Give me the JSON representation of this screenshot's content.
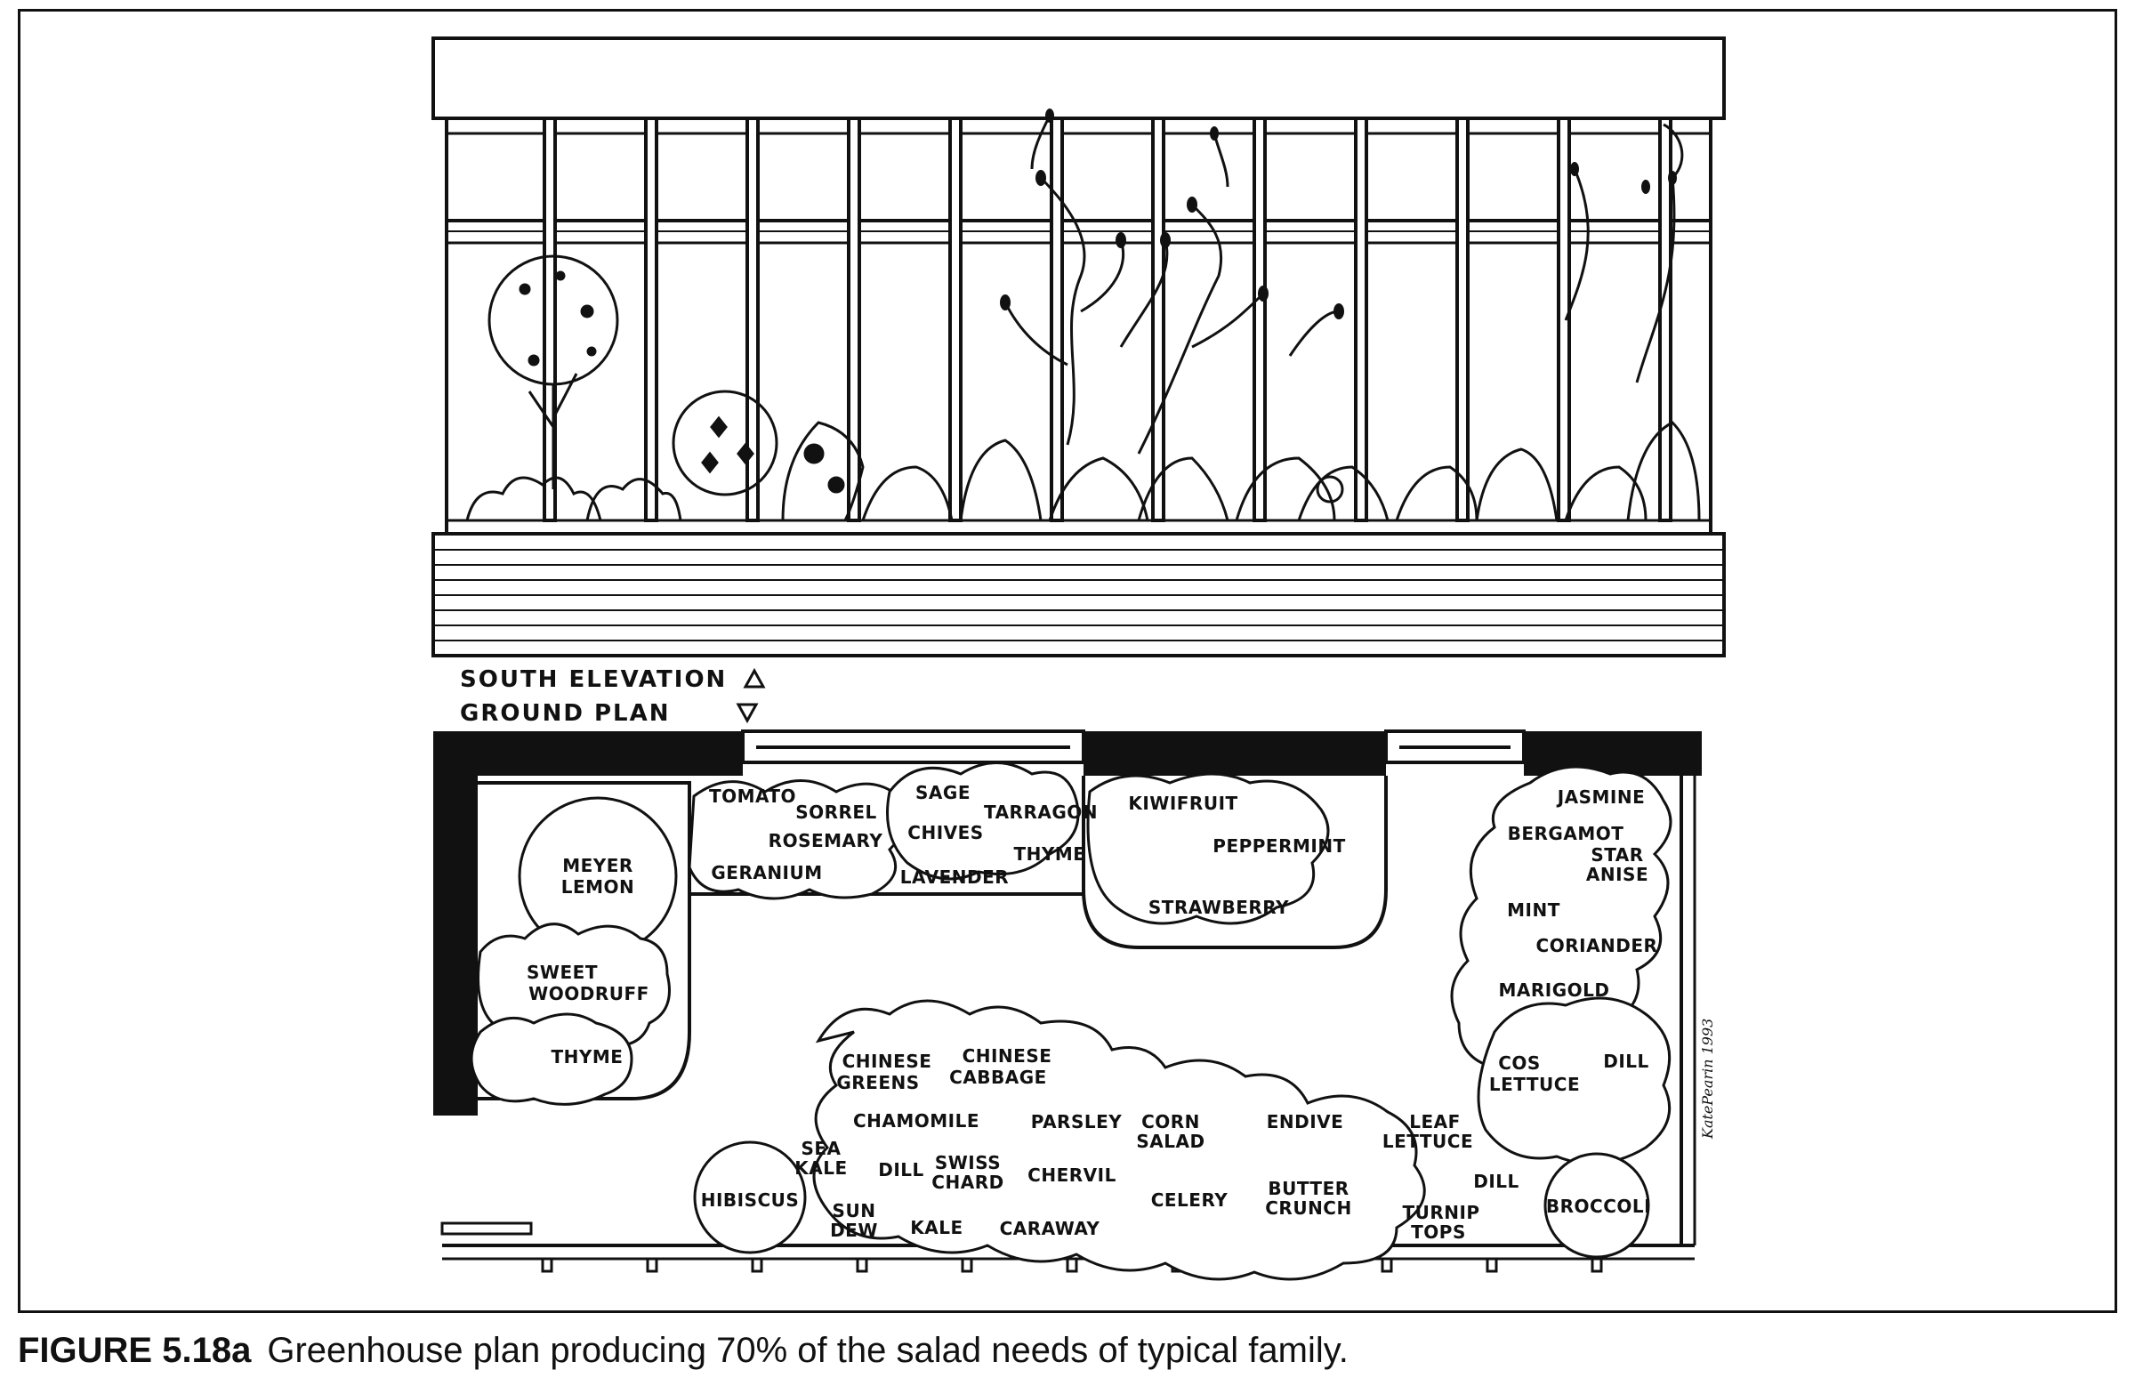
{
  "labels": {
    "elevation": "SOUTH ELEVATION",
    "plan": "GROUND PLAN",
    "signature": "KatePearin 1993"
  },
  "plants": {
    "meyer_lemon": [
      "MEYER",
      "LEMON"
    ],
    "tomato": "TOMATO",
    "sorrel": "SORREL",
    "rosemary": "ROSEMARY",
    "geranium": "GERANIUM",
    "sage": "SAGE",
    "tarragon": "TARRAGON",
    "chives": "CHIVES",
    "lavender": "LAVENDER",
    "thyme_top": "THYME",
    "kiwifruit": "KIWIFRUIT",
    "peppermint": "PEPPERMINT",
    "strawberry": "STRAWBERRY",
    "jasmine": "JASMINE",
    "bergamot": "BERGAMOT",
    "star_anise": [
      "STAR",
      "ANISE"
    ],
    "mint": "MINT",
    "coriander": "CORIANDER",
    "marigold": "MARIGOLD",
    "sweet_woodruff": [
      "SWEET",
      "WOODRUFF"
    ],
    "thyme_left": "THYME",
    "chinese_greens": [
      "CHINESE",
      "GREENS"
    ],
    "chinese_cabbage": [
      "CHINESE",
      "CABBAGE"
    ],
    "cos_lettuce": [
      "COS",
      "LETTUCE"
    ],
    "dill_right": "DILL",
    "chamomile": "CHAMOMILE",
    "parsley": "PARSLEY",
    "corn_salad": [
      "CORN",
      "SALAD"
    ],
    "endive": "ENDIVE",
    "leaf_lettuce": [
      "LEAF",
      "LETTUCE"
    ],
    "sea_kale": [
      "SEA",
      "KALE"
    ],
    "dill_mid": "DILL",
    "swiss_chard": [
      "SWISS",
      "CHARD"
    ],
    "chervil": "CHERVIL",
    "hibiscus": "HIBISCUS",
    "celery": "CELERY",
    "butter_crunch": [
      "BUTTER",
      "CRUNCH"
    ],
    "dill_low": "DILL",
    "broccoli": "BROCCOLI",
    "sun_dew": [
      "SUN",
      "DEW"
    ],
    "kale": "KALE",
    "caraway": "CARAWAY",
    "turnip_tops": [
      "TURNIP",
      "TOPS"
    ]
  },
  "caption": {
    "figure": "FIGURE 5.18a",
    "text": "Greenhouse plan producing 70% of the salad needs of typical family."
  }
}
